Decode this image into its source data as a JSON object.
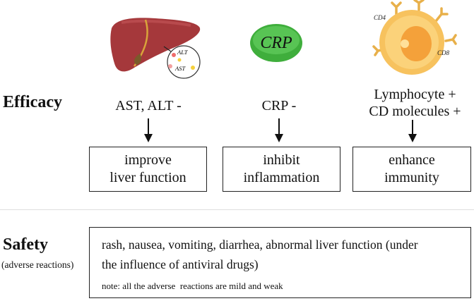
{
  "efficacy": {
    "title": "Efficacy",
    "columns": [
      {
        "icon": "liver-icon",
        "icon_labels": [
          "ALT",
          "AST"
        ],
        "marker_lines": [
          "AST, ALT -"
        ],
        "outcome_lines": [
          "improve",
          "liver function"
        ]
      },
      {
        "icon": "crp-pill-icon",
        "icon_labels": [
          "CRP"
        ],
        "marker_lines": [
          "CRP -"
        ],
        "outcome_lines": [
          "inhibit",
          "inflammation"
        ]
      },
      {
        "icon": "lymphocyte-cell-icon",
        "icon_labels": [
          "CD4",
          "CD8"
        ],
        "marker_lines": [
          "Lymphocyte +",
          "CD molecules +"
        ],
        "outcome_lines": [
          "enhance",
          "immunity"
        ]
      }
    ]
  },
  "safety": {
    "title": "Safety",
    "subtitle": "(adverse reactions)",
    "text_lines": [
      "rash, nausea, vomiting, diarrhea, abnormal liver function (under",
      "the influence of antiviral drugs)"
    ],
    "note": "note: all the adverse  reactions are mild and weak"
  },
  "colors": {
    "liver": "#a5383b",
    "gallbladder": "#d9a43a",
    "crp_pill": "#3fae3c",
    "cell": "#f7c25e",
    "nucleus": "#f4a13a",
    "receptor": "#e8b04a"
  }
}
